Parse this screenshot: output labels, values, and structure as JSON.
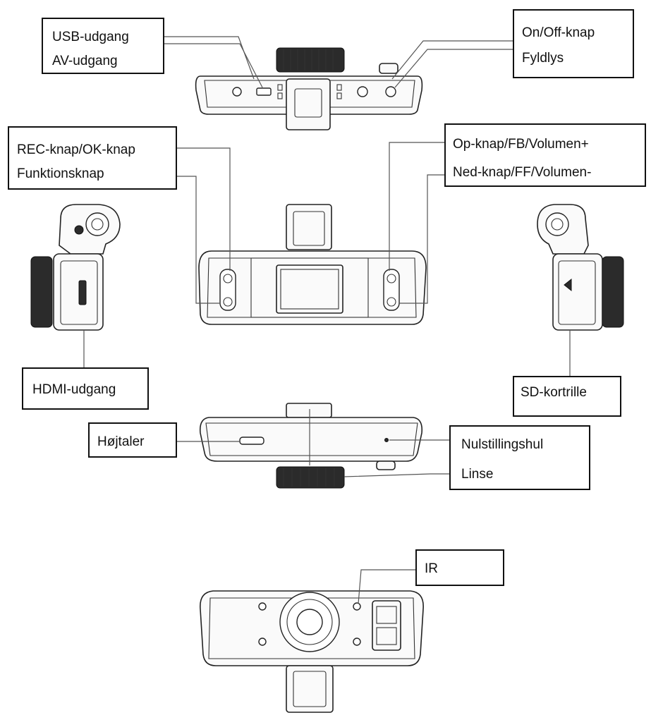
{
  "labels": {
    "usb": "USB-udgang",
    "av": "AV-udgang",
    "onoff": "On/Off-knap",
    "fill": "Fyldlys",
    "rec": "REC-knap/OK-knap",
    "func": "Funktionsknap",
    "up": "Op-knap/FB/Volumen+",
    "down": "Ned-knap/FF/Volumen-",
    "hdmi": "HDMI-udgang",
    "sd": "SD-kortrille",
    "speaker": "Højtaler",
    "reset": "Nulstillingshul",
    "lens": "Linse",
    "ir": "IR"
  }
}
